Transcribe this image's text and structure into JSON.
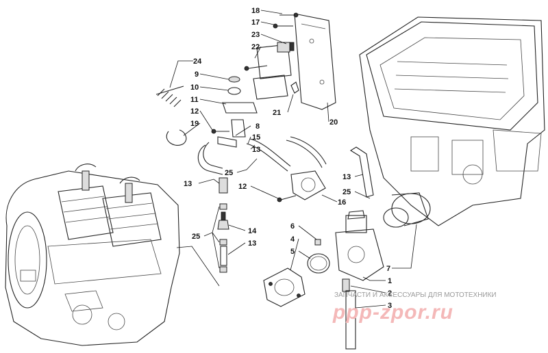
{
  "diagram": {
    "callouts": [
      {
        "id": "c18",
        "label": "18"
      },
      {
        "id": "c17",
        "label": "17"
      },
      {
        "id": "c23",
        "label": "23"
      },
      {
        "id": "c22",
        "label": "22"
      },
      {
        "id": "c24",
        "label": "24"
      },
      {
        "id": "c9",
        "label": "9"
      },
      {
        "id": "c10",
        "label": "10"
      },
      {
        "id": "c11",
        "label": "11"
      },
      {
        "id": "c12a",
        "label": "12"
      },
      {
        "id": "c19",
        "label": "19"
      },
      {
        "id": "c21",
        "label": "21"
      },
      {
        "id": "c20",
        "label": "20"
      },
      {
        "id": "c8",
        "label": "8"
      },
      {
        "id": "c15",
        "label": "15"
      },
      {
        "id": "c13a",
        "label": "13"
      },
      {
        "id": "c25a",
        "label": "25"
      },
      {
        "id": "c13b",
        "label": "13"
      },
      {
        "id": "c12b",
        "label": "12"
      },
      {
        "id": "c16",
        "label": "16"
      },
      {
        "id": "c13c",
        "label": "13"
      },
      {
        "id": "c25b",
        "label": "25"
      },
      {
        "id": "c14",
        "label": "14"
      },
      {
        "id": "c25c",
        "label": "25"
      },
      {
        "id": "c13d",
        "label": "13"
      },
      {
        "id": "c6",
        "label": "6"
      },
      {
        "id": "c4",
        "label": "4"
      },
      {
        "id": "c5",
        "label": "5"
      },
      {
        "id": "c7",
        "label": "7"
      },
      {
        "id": "c1",
        "label": "1"
      },
      {
        "id": "c2",
        "label": "2"
      },
      {
        "id": "c3",
        "label": "3"
      }
    ]
  },
  "watermark": {
    "text": "ЗАПЧАСТИ И АКСЕССУАРЫ ДЛЯ МОТОТЕХНИКИ",
    "logo": "ppp-zpor.ru"
  }
}
